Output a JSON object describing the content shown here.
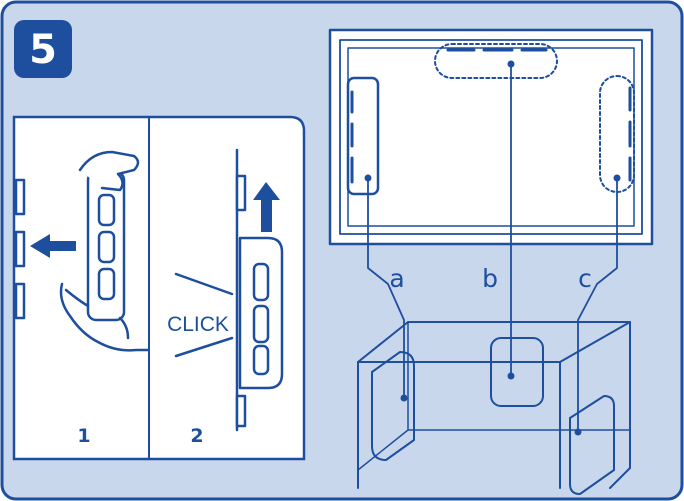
{
  "step": {
    "number": "5"
  },
  "panel_left": {
    "sub_step_1": "1",
    "sub_step_2": "2",
    "click_text": "CLICK"
  },
  "locations": {
    "a": "a",
    "b": "b",
    "c": "c"
  },
  "colors": {
    "background": "#c9d7ec",
    "line": "#1d4f9e",
    "badge": "#1d4f9e",
    "panel": "#ffffff"
  }
}
